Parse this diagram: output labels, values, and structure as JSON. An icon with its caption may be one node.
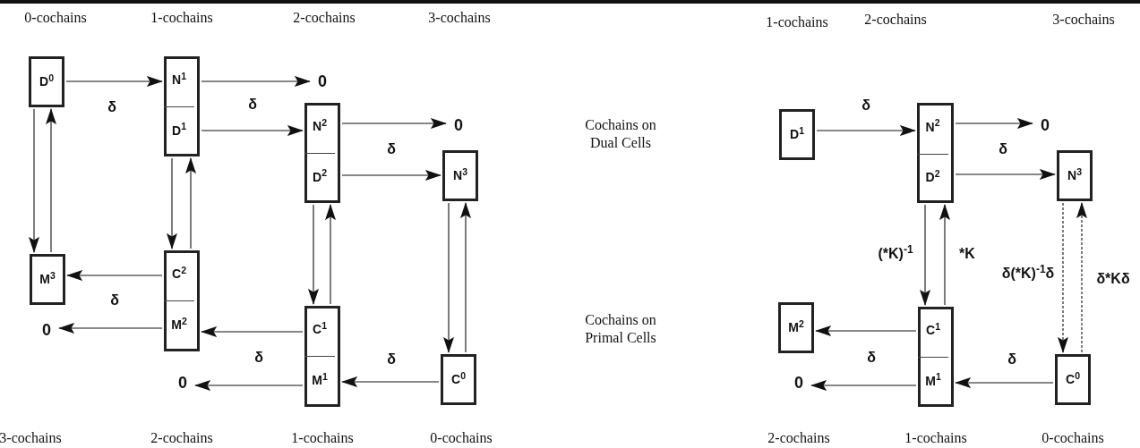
{
  "diagram": {
    "nodes": [
      {
        "text": [
          "D$^{0}$"
        ]
      },
      {
        "text": [],
        "shape": "box"
      },
      {
        "text": [
          "N$^{1}$"
        ],
        "in": 1
      },
      {
        "text": [
          "D$^{1}$"
        ],
        "in": 1
      },
      {
        "text": [
          "0"
        ]
      },
      {
        "text": [],
        "shape": "box"
      },
      {
        "text": [
          "N$^{2}$"
        ],
        "in": 5
      },
      {
        "text": [
          "D$^{2}$"
        ],
        "in": 5
      },
      {
        "text": [
          "0"
        ]
      },
      {
        "text": [
          "N$^{3}$"
        ]
      },
      {
        "text": [
          "M$^{3}$"
        ]
      },
      {
        "text": [
          "0"
        ]
      },
      {
        "text": [],
        "shape": "box"
      },
      {
        "text": [
          "C$^{2}$"
        ],
        "in": 12
      },
      {
        "text": [
          "M$^{2}$"
        ],
        "in": 12
      },
      {
        "text": [
          "0"
        ]
      },
      {
        "text": [],
        "shape": "box"
      },
      {
        "text": [
          "C$^{1}$"
        ],
        "in": 16
      },
      {
        "text": [
          "M$^{1}$"
        ],
        "in": 16
      },
      {
        "text": [
          "C$^{0}$"
        ]
      },
      {
        "text": [
          "D$^{1}$"
        ]
      },
      {
        "text": [],
        "shape": "box"
      },
      {
        "text": [
          "N$^{2}$"
        ],
        "in": 21
      },
      {
        "text": [
          "D$^{2}$"
        ],
        "in": 21
      },
      {
        "text": [
          "0"
        ]
      },
      {
        "text": [
          "N$^{3}$"
        ]
      },
      {
        "text": [
          "M$^{2}$"
        ]
      },
      {
        "text": [
          "0"
        ]
      },
      {
        "text": [],
        "shape": "box"
      },
      {
        "text": [
          "C$^{1}$"
        ],
        "in": 28
      },
      {
        "text": [
          "M$^{1}$"
        ],
        "in": 28
      },
      {
        "text": [
          "C$^{0}$"
        ]
      }
    ],
    "edges": [
      {
        "from": 0,
        "to": 2,
        "arrow": "to",
        "label": "δ"
      },
      {
        "from": 2,
        "to": 4,
        "arrow": "to",
        "label": "δ"
      },
      {
        "from": 3,
        "to": 6,
        "arrow": "to"
      },
      {
        "from": 6,
        "to": 8,
        "arrow": "to",
        "label": "δ"
      },
      {
        "from": 7,
        "to": 9,
        "arrow": "to"
      },
      {
        "from": 0,
        "to": 10,
        "arrow": "to"
      },
      {
        "from": 10,
        "to": 0,
        "arrow": "to"
      },
      {
        "from": 1,
        "to": 12,
        "arrow": "to"
      },
      {
        "from": 12,
        "to": 1,
        "arrow": "to"
      },
      {
        "from": 5,
        "to": 16,
        "arrow": "to"
      },
      {
        "from": 16,
        "to": 5,
        "arrow": "to"
      },
      {
        "from": 9,
        "to": 19,
        "arrow": "to"
      },
      {
        "from": 19,
        "to": 9,
        "arrow": "to"
      },
      {
        "from": 13,
        "to": 10,
        "arrow": "to",
        "label": "δ"
      },
      {
        "from": 14,
        "to": 11,
        "arrow": "to"
      },
      {
        "from": 17,
        "to": 14,
        "arrow": "to",
        "label": "δ"
      },
      {
        "from": 18,
        "to": 15,
        "arrow": "to"
      },
      {
        "from": 19,
        "to": 18,
        "arrow": "to",
        "label": "δ"
      },
      {
        "from": 20,
        "to": 22,
        "arrow": "to",
        "label": "δ"
      },
      {
        "from": 22,
        "to": 24,
        "arrow": "to",
        "label": "δ"
      },
      {
        "from": 23,
        "to": 25,
        "arrow": "to"
      },
      {
        "from": 21,
        "to": 28,
        "arrow": "to",
        "label": "(*K)$^{-1}$"
      },
      {
        "from": 28,
        "to": 21,
        "arrow": "to",
        "label": "*K"
      },
      {
        "from": 25,
        "to": 31,
        "arrow": "to",
        "label": "δ(*K)$^{-1}$δ",
        "style": "dashed"
      },
      {
        "from": 31,
        "to": 25,
        "arrow": "to",
        "label": "δ*Kδ",
        "style": "dashed"
      },
      {
        "from": 29,
        "to": 26,
        "arrow": "to",
        "label": "δ"
      },
      {
        "from": 30,
        "to": 27,
        "arrow": "to"
      },
      {
        "from": 31,
        "to": 30,
        "arrow": "to",
        "label": "δ"
      }
    ],
    "labels": [
      "0-cochains",
      "1-cochains",
      "2-cochains",
      "3-cochains",
      "1-cochains",
      "2-cochains",
      "3-cochains",
      "Cochains on Dual Cells",
      "Cochains on Primal Cells",
      "3-cochains",
      "2-cochains",
      "1-cochains",
      "0-cochains",
      "2-cochains",
      "1-cochains",
      "0-cochains"
    ]
  }
}
